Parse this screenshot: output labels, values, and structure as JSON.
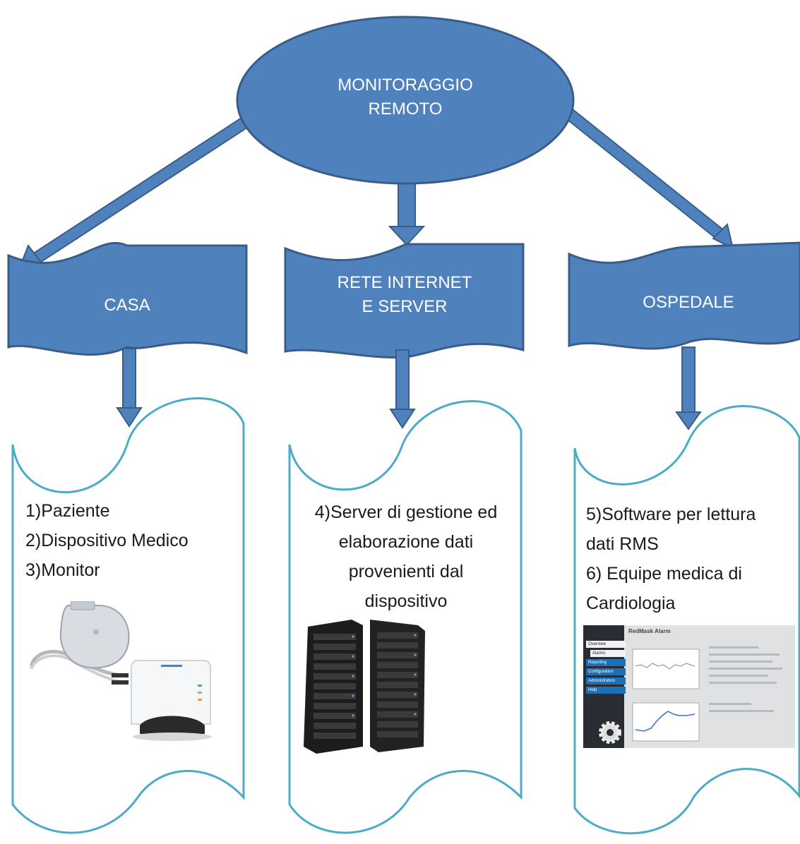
{
  "root": {
    "label": "MONITORAGGIO\nREMOTO"
  },
  "categories": [
    {
      "label": "CASA"
    },
    {
      "label": "RETE   INTERNET\nE   SERVER"
    },
    {
      "label": "OSPEDALE"
    }
  ],
  "boxes": [
    {
      "lines": [
        "1)Paziente",
        "2)Dispositivo Medico",
        "3)Monitor"
      ]
    },
    {
      "lines": [
        "4)Server di gestione ed",
        "elaborazione dati",
        "provenienti dal",
        "dispositivo"
      ]
    },
    {
      "lines": [
        "5)Software per lettura",
        "dati  RMS",
        "6) Equipe medica di",
        "Cardiologia"
      ]
    }
  ],
  "software_screen": {
    "window_title": "RedMask Alarm",
    "menu": [
      "Overview",
      "Alarms",
      "Reporting",
      "Configuration",
      "Administration",
      "Help"
    ]
  },
  "colors": {
    "shape_fill": "#4f81bd",
    "shape_stroke": "#385d8a",
    "box_stroke": "#4bacc6",
    "text_on_shape": "#ffffff"
  }
}
